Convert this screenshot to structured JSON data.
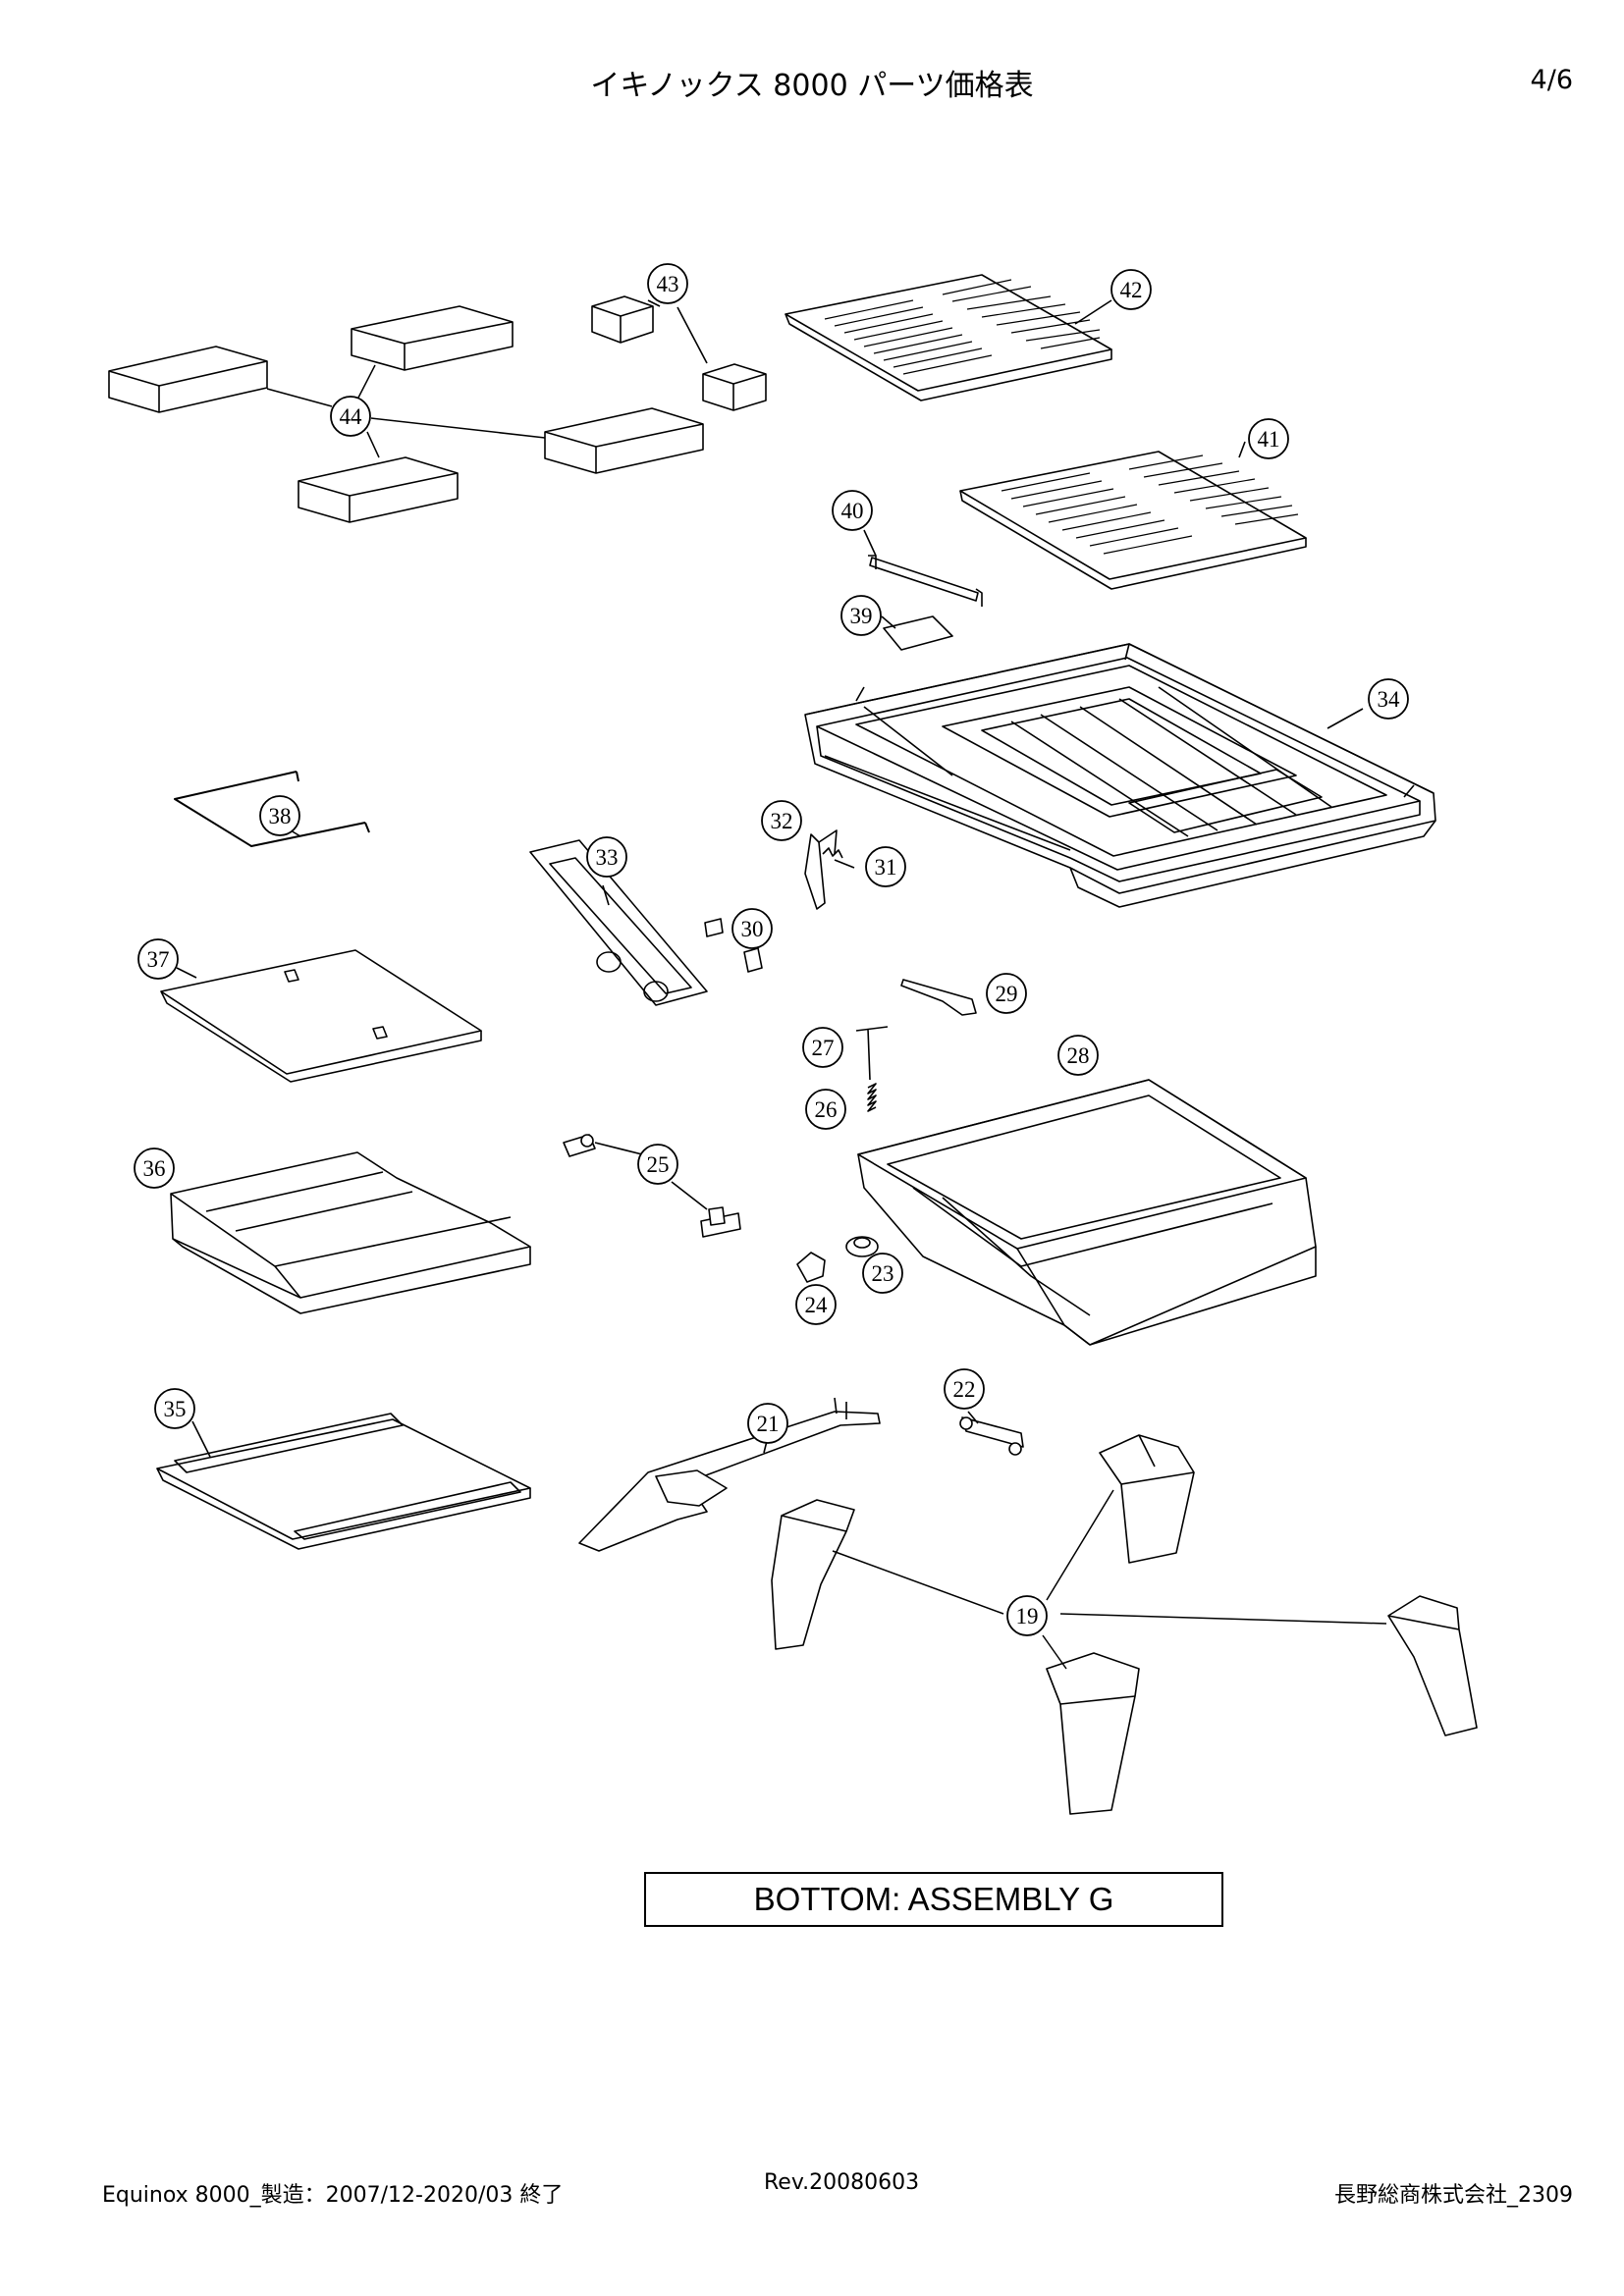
{
  "header": {
    "title": "イキノックス 8000 パーツ価格表",
    "page": "4/6"
  },
  "diagram": {
    "assembly_label": "BOTTOM: ASSEMBLY G",
    "callouts": [
      "44",
      "43",
      "42",
      "41",
      "40",
      "39",
      "34",
      "38",
      "33",
      "32",
      "31",
      "30",
      "37",
      "29",
      "27",
      "28",
      "26",
      "36",
      "25",
      "23",
      "24",
      "35",
      "22",
      "21",
      "19"
    ]
  },
  "footer": {
    "left": "Equinox 8000_製造：2007/12-2020/03 終了",
    "center": "Rev.20080603",
    "right": "長野総商株式会社_2309"
  }
}
